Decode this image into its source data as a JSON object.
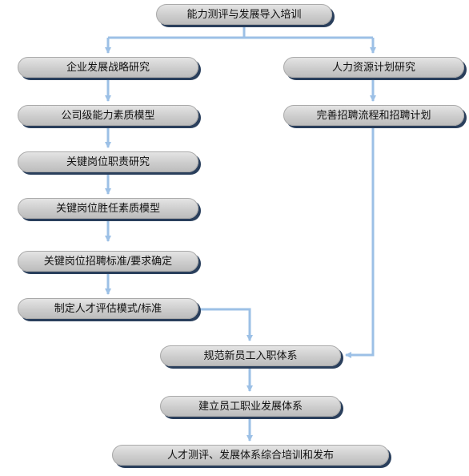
{
  "nodes": {
    "top": "能力测评与发展导入培训",
    "left1": "企业发展战略研究",
    "left2": "公司级能力素质模型",
    "left3": "关键岗位职责研究",
    "left4": "关键岗位胜任素质模型",
    "left5": "关键岗位招聘标准/要求确定",
    "left6": "制定人才评估模式/标准",
    "right1": "人力资源计划研究",
    "right2": "完善招聘流程和招聘计划",
    "center1": "规范新员工入职体系",
    "center2": "建立员工职业发展体系",
    "bottom": "人才测评、发展体系综合培训和发布"
  },
  "colors": {
    "connector": "#9cc0e6",
    "shadow": "#2a3f5c"
  }
}
